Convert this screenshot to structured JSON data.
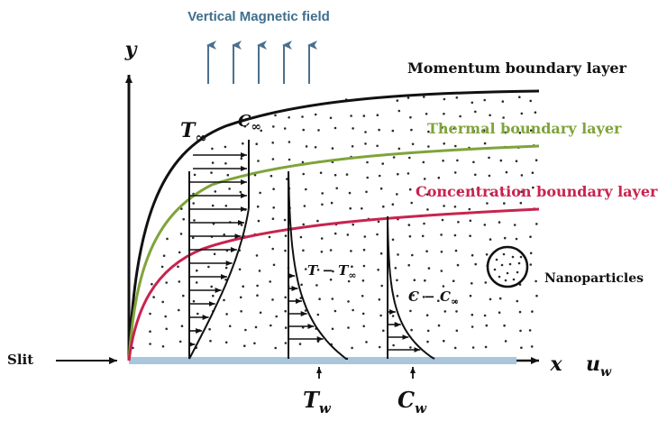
{
  "title": "Vertical Magnetic field",
  "axes": {
    "x": "x",
    "y": "y",
    "surface_velocity": "u",
    "surface_velocity_sub": "w"
  },
  "layers": {
    "momentum": "Momentum boundary layer",
    "thermal": "Thermal boundary layer",
    "concentration": "Concentration boundary layer"
  },
  "labels": {
    "t_inf": "T",
    "c_inf": "C",
    "inf": "∞",
    "t_minus": "T − T",
    "c_minus": "C − C",
    "tw": "T",
    "cw": "C",
    "w": "w",
    "slit": "Slit",
    "nanoparticles": "Nanoparticles"
  },
  "colors": {
    "momentum": "#111111",
    "thermal": "#7fa43a",
    "concentration": "#c8234e",
    "title": "#3f6e8c",
    "arrow": "#4b6f8d",
    "wall": "#a9c6da"
  }
}
